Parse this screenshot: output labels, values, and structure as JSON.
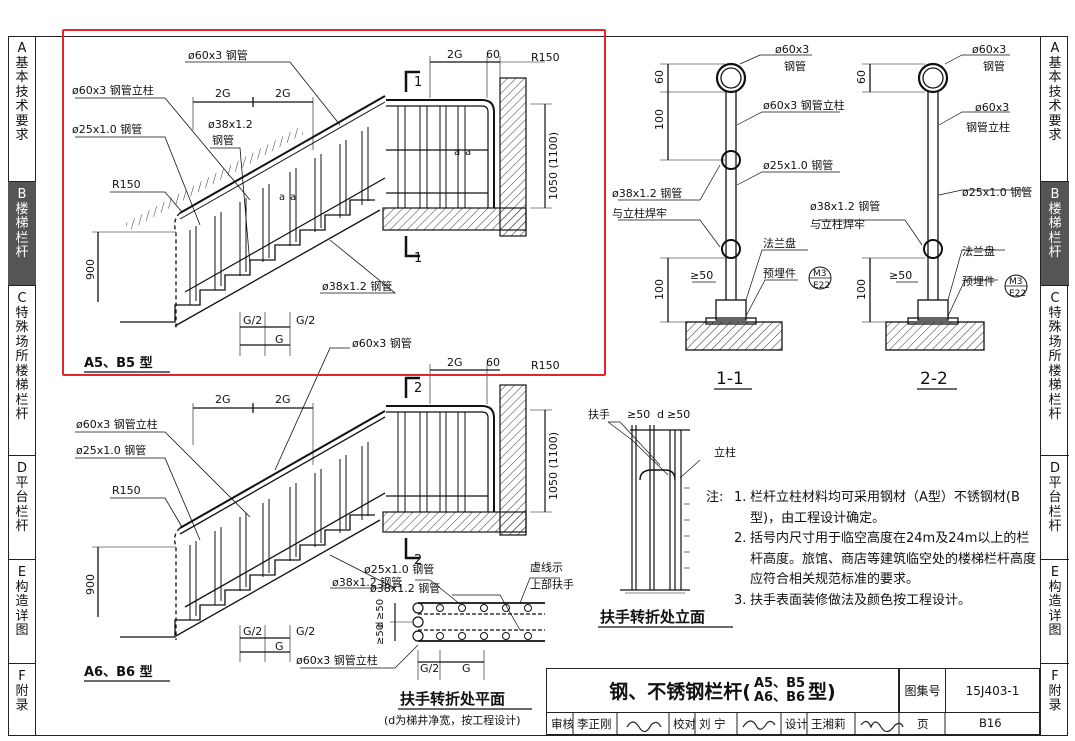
{
  "left_tabs": [
    {
      "letter": "A",
      "label": "基本技术要求",
      "active": false
    },
    {
      "letter": "B",
      "label": "楼梯栏杆",
      "active": true
    },
    {
      "letter": "C",
      "label": "特殊场所楼梯栏杆",
      "active": false
    },
    {
      "letter": "D",
      "label": "平台栏杆",
      "active": false
    },
    {
      "letter": "E",
      "label": "构造详图",
      "active": false
    },
    {
      "letter": "F",
      "label": "附录",
      "active": false
    }
  ],
  "right_tabs": [
    {
      "letter": "A",
      "label": "基本技术要求",
      "active": false
    },
    {
      "letter": "B",
      "label": "楼梯栏杆",
      "active": true
    },
    {
      "letter": "C",
      "label": "特殊场所楼梯栏杆",
      "active": false
    },
    {
      "letter": "D",
      "label": "平台栏杆",
      "active": false
    },
    {
      "letter": "E",
      "label": "构造详图",
      "active": false
    },
    {
      "letter": "F",
      "label": "附录",
      "active": false
    }
  ],
  "drawing_a5": {
    "top_rail": "ø60x3 钢管",
    "post": "ø60x3 钢管立柱",
    "baluster": "ø25x1.0 钢管",
    "mid_rail": "ø38x1.2 钢管",
    "mid_rail_l1": "ø38x1.2",
    "mid_rail_l2": "钢管",
    "bottom_rail": "ø38x1.2 钢管",
    "radius": "R150",
    "spacing": "2G",
    "height": "900",
    "half_g": "G/2",
    "g": "G",
    "a": "a",
    "label": "A5、B5 型"
  },
  "section_1": {
    "spacing": "2G",
    "offset": "60",
    "radius": "R150",
    "height": "1050 (1100)",
    "cut_mark": "1",
    "a": "a"
  },
  "drawing_a6": {
    "top_rail": "ø60x3 钢管",
    "post": "ø60x3 钢管立柱",
    "baluster": "ø25x1.0 钢管",
    "bottom_rail": "ø38x1.2 钢管",
    "radius": "R150",
    "spacing": "2G",
    "height": "900",
    "half_g": "G/2",
    "g": "G",
    "label": "A6、B6 型"
  },
  "section_2": {
    "spacing": "2G",
    "offset": "60",
    "radius": "R150",
    "height": "1050 (1100)",
    "cut_mark": "2"
  },
  "detail_11": {
    "top": "ø60x3",
    "top2": "钢管",
    "post": "ø60x3 钢管立柱",
    "baluster": "ø25x1.0 钢管",
    "mid1": "ø38x1.2 钢管",
    "mid2": "与立柱焊牢",
    "flange": "法兰盘",
    "embed": "预埋件",
    "m3": "M3",
    "e22": "E22",
    "d60": "60",
    "d100": "100",
    "d50": "≥50",
    "d100b": "100",
    "label": "1-1"
  },
  "detail_22": {
    "top": "ø60x3",
    "top2": "钢管",
    "post1": "ø60x3",
    "post2": "钢管立柱",
    "baluster": "ø25x1.0 钢管",
    "mid1": "ø38x1.2 钢管",
    "mid2": "与立柱焊牢",
    "flange": "法兰盘",
    "embed": "预埋件",
    "m3": "M3",
    "e22": "E22",
    "d60": "60",
    "d50": "≥50",
    "d100": "100",
    "label": "2-2"
  },
  "plan_detail": {
    "baluster": "ø25x1.0 钢管",
    "rail": "ø38x1.2 钢管",
    "post": "ø60x3 钢管立柱",
    "dash1": "虚线示",
    "dash2": "上部扶手",
    "d50a": "≥50",
    "d": "d",
    "d50b": "≥50",
    "half_g": "G/2",
    "g": "G",
    "label": "扶手转折处平面",
    "note": "(d为梯井净宽，按工程设计)"
  },
  "elev_detail": {
    "handrail": "扶手",
    "d50a": "≥50",
    "d": "d",
    "d50b": "≥50",
    "post": "立柱",
    "label": "扶手转折处立面"
  },
  "notes": {
    "prefix": "注:",
    "items": [
      {
        "n": "1.",
        "text": "栏杆立柱材料均可采用钢材（A型）不锈钢材(B型)，由工程设计确定。"
      },
      {
        "n": "2.",
        "text": "括号内尺寸用于临空高度在24m及24m以上的栏杆高度。旅馆、商店等建筑临空处的楼梯栏杆高度应符合相关规范标准的要求。"
      },
      {
        "n": "3.",
        "text": "扶手表面装修做法及颜色按工程设计。"
      }
    ]
  },
  "title_block": {
    "title_main": "钢、不锈钢栏杆(",
    "sub_top": "A5、B5",
    "sub_bottom": "A6、B6",
    "title_end": "型)",
    "atlas_label": "图集号",
    "atlas_no": "15J403-1",
    "page_label": "页",
    "page_no": "B16",
    "review_label": "审核",
    "review_name": "李正刚",
    "check_label": "校对",
    "check_name": "刘 宁",
    "design_label": "设计",
    "design_name": "王湘莉"
  }
}
